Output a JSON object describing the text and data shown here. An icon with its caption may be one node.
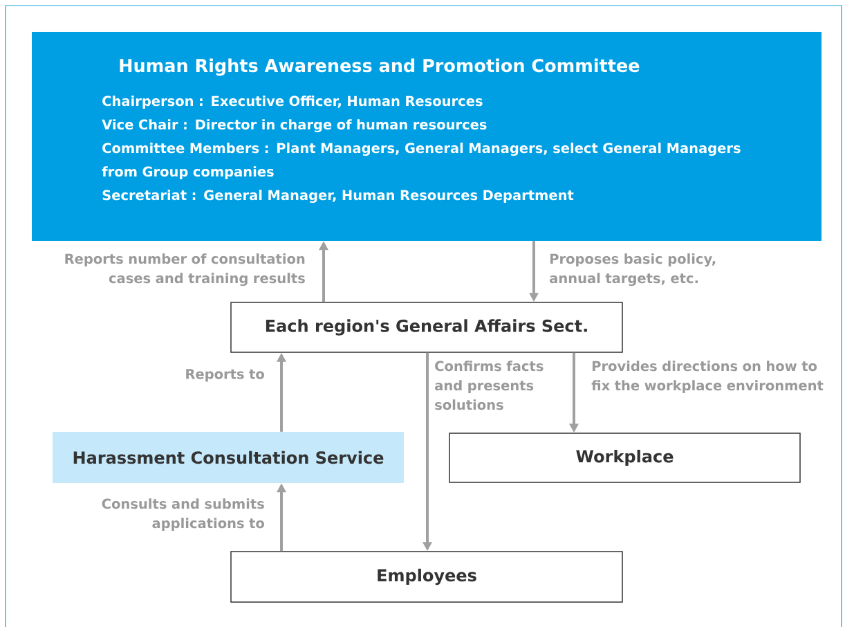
{
  "diagram": {
    "nodes": [
      {
        "text": [
          "Human Rights Awareness and Promotion Committee",
          "Chairperson : Executive Officer, Human Resources",
          "Vice Chair : Director in charge of human resources",
          "Committee Members : Plant Managers, General Managers, select General Managers from Group companies",
          "Secretariat : General Manager, Human Resources Department"
        ]
      },
      {
        "text": [
          "Each region's General Affairs Sect."
        ]
      },
      {
        "text": [
          "Harassment Consultation Service"
        ]
      },
      {
        "text": [
          "Workplace"
        ]
      },
      {
        "text": [
          "Employees"
        ]
      }
    ],
    "edges": [
      {
        "from": 1,
        "to": 0,
        "arrow": "to",
        "label": "Reports number of consultation cases and training results"
      },
      {
        "from": 0,
        "to": 1,
        "arrow": "to",
        "label": "Proposes basic policy, annual targets, etc."
      },
      {
        "from": 2,
        "to": 1,
        "arrow": "to",
        "label": "Reports to"
      },
      {
        "from": 4,
        "to": 2,
        "arrow": "to",
        "label": "Consults and submits applications to"
      },
      {
        "from": 1,
        "to": 4,
        "arrow": "to",
        "label": "Confirms facts and presents solutions"
      },
      {
        "from": 1,
        "to": 3,
        "arrow": "to",
        "label": "Provides directions on how to fix the workplace environment"
      }
    ]
  }
}
